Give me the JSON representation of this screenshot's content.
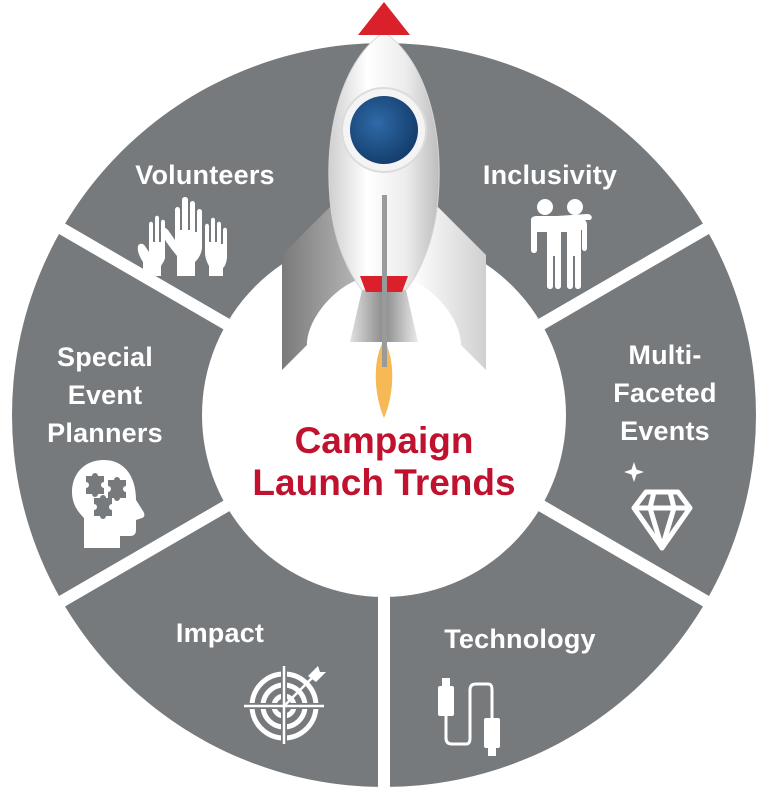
{
  "diagram": {
    "title_line1": "Campaign",
    "title_line2": "Launch Trends",
    "colors": {
      "segment": "#767a7d",
      "title": "#c0112e",
      "rocket_body": "#f2f2f2",
      "rocket_nose": "#d9202b",
      "window": "#1f4f86",
      "flame": "#f7b955"
    },
    "segments": [
      {
        "label": "Volunteers",
        "icon": "raised-hands-icon"
      },
      {
        "label": "Inclusivity",
        "icon": "two-people-icon"
      },
      {
        "label_lines": [
          "Multi-",
          "Faceted",
          "Events"
        ],
        "icon": "diamond-icon"
      },
      {
        "label": "Technology",
        "icon": "usb-cable-icon"
      },
      {
        "label": "Impact",
        "icon": "target-arrow-icon"
      },
      {
        "label_lines": [
          "Special",
          "Event",
          "Planners"
        ],
        "icon": "head-puzzle-icon"
      }
    ],
    "center_icon": "rocket-icon"
  }
}
